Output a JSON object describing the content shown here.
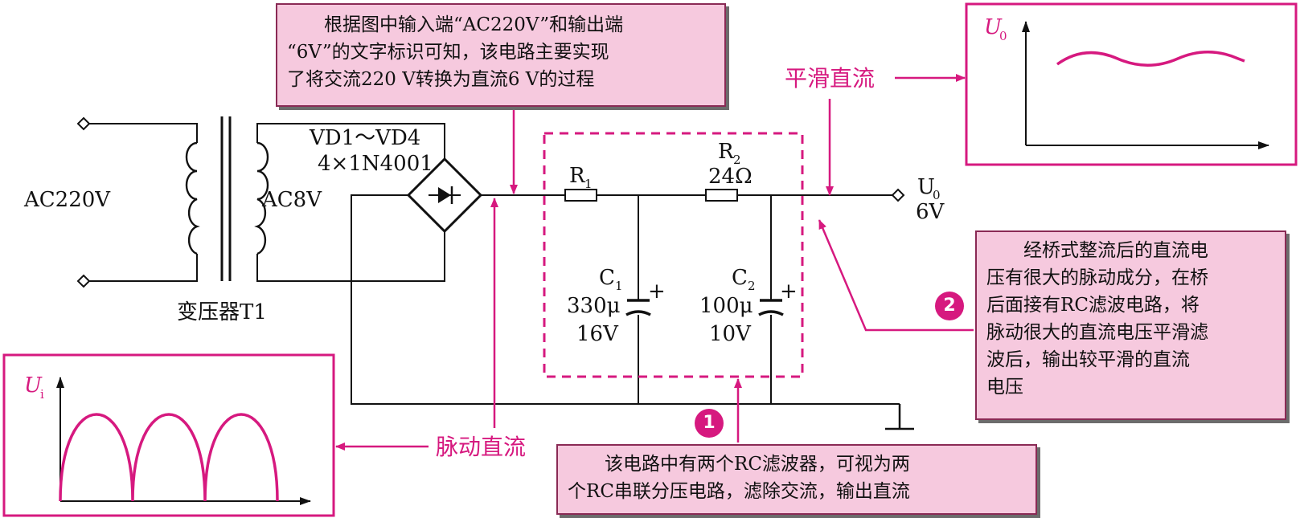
{
  "notes": {
    "top": [
      "根据图中输入端“AC220V”和输出端",
      "“6V”的文字标识可知，该电路主要实现",
      "了将交流220 V转换为直流6 V的过程"
    ],
    "right": [
      "经桥式整流后的直流电",
      "压有很大的脉动成分，在桥",
      "后面接有RC滤波电路，将",
      "脉动很大的直流电压平滑滤",
      "波后，输出较平滑的直流",
      "电压"
    ],
    "bottom": [
      "该电路中有两个RC滤波器，可视为两",
      "个RC串联分压电路，滤除交流，输出直流"
    ]
  },
  "badges": {
    "one": "1",
    "two": "2"
  },
  "labels": {
    "input": "AC220V",
    "secondary": "AC8V",
    "transformer": "变压器T1",
    "bridge_name": "VD1～VD4",
    "bridge_part": "4×1N4001",
    "r1": "R",
    "r1_sub": "1",
    "r2": "R",
    "r2_sub": "2",
    "r2_value": "24Ω",
    "c1": "C",
    "c1_sub": "1",
    "c1_value": "330μ",
    "c1_voltage": "16V",
    "c2": "C",
    "c2_sub": "2",
    "c2_value": "100μ",
    "c2_voltage": "10V",
    "plus": "+",
    "out_u": "U",
    "out_sub": "0",
    "out_v": "6V",
    "smooth_dc": "平滑直流",
    "pulsating_dc": "脉动直流",
    "graph_out_u": "U",
    "graph_out_sub": "0",
    "graph_in_u": "U",
    "graph_in_sub": "i"
  },
  "colors": {
    "accent": "#d6197f",
    "note_fill": "#f6c9de",
    "wire": "#111111"
  }
}
